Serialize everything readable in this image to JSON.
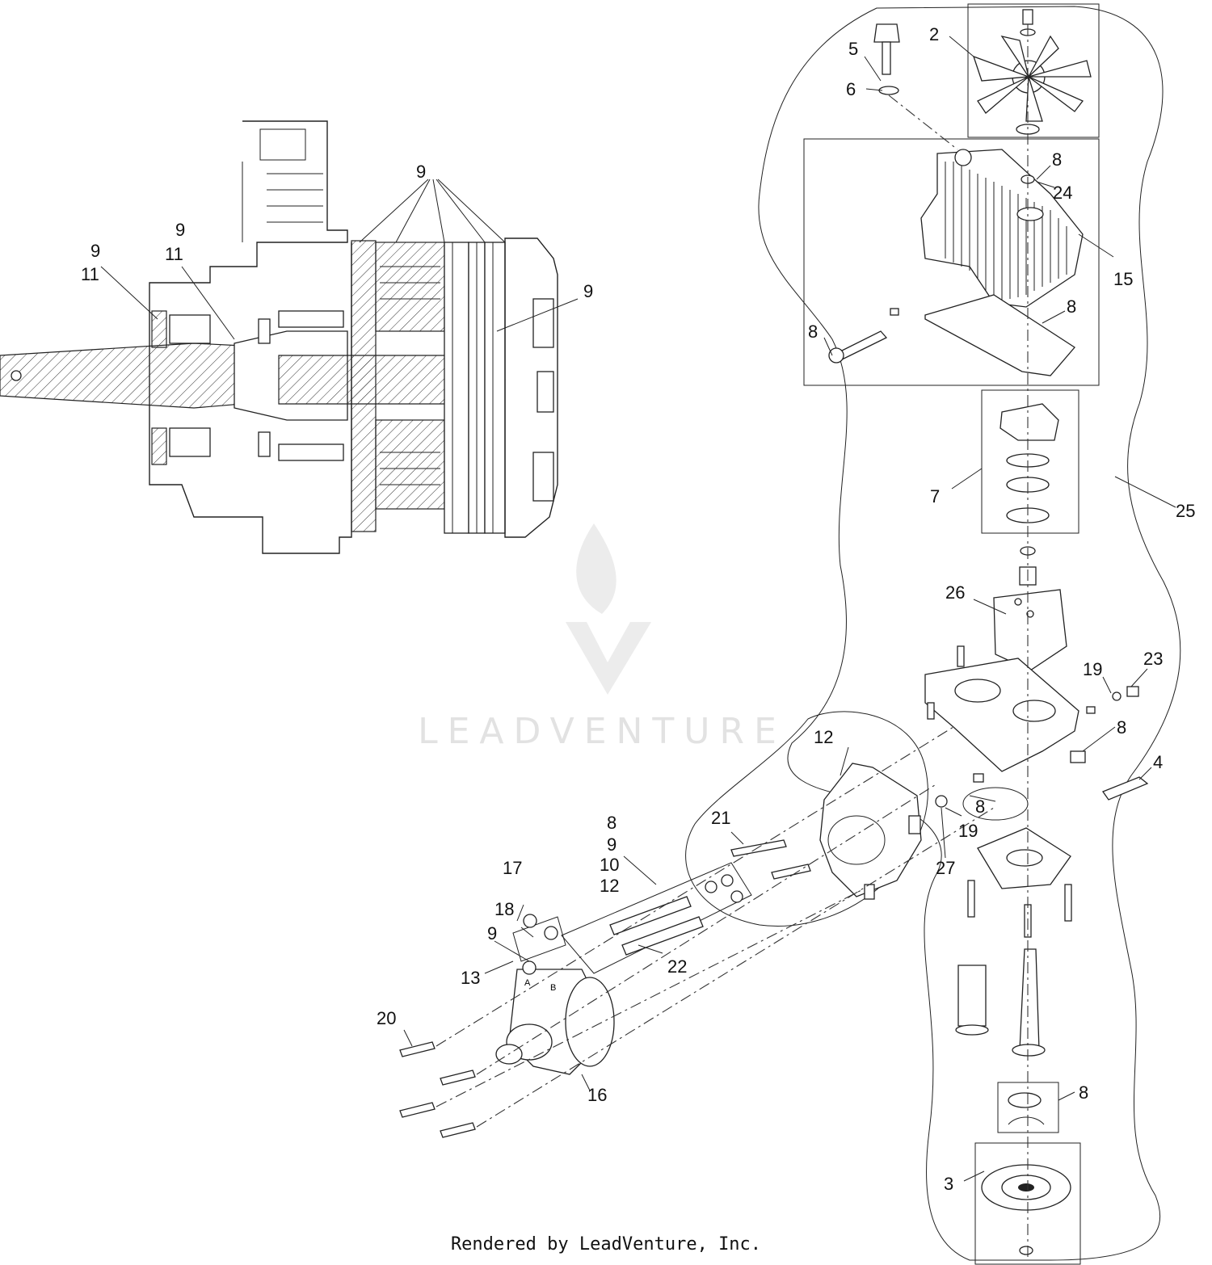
{
  "footer": "Rendered by LeadVenture, Inc.",
  "watermark": "LEADVENTURE",
  "section_callouts": [
    {
      "id": "s9a",
      "text": "9"
    },
    {
      "id": "s11a",
      "text": "11"
    },
    {
      "id": "s9b",
      "text": "9"
    },
    {
      "id": "s11b",
      "text": "11"
    },
    {
      "id": "s9c",
      "text": "9"
    },
    {
      "id": "s9d",
      "text": "9"
    }
  ],
  "callouts": [
    {
      "id": "c2",
      "text": "2"
    },
    {
      "id": "c5",
      "text": "5"
    },
    {
      "id": "c6",
      "text": "6"
    },
    {
      "id": "c8a",
      "text": "8"
    },
    {
      "id": "c24",
      "text": "24"
    },
    {
      "id": "c15",
      "text": "15"
    },
    {
      "id": "c8b",
      "text": "8"
    },
    {
      "id": "c8c",
      "text": "8"
    },
    {
      "id": "c7",
      "text": "7"
    },
    {
      "id": "c25",
      "text": "25"
    },
    {
      "id": "c26",
      "text": "26"
    },
    {
      "id": "c19a",
      "text": "19"
    },
    {
      "id": "c23",
      "text": "23"
    },
    {
      "id": "c8d",
      "text": "8"
    },
    {
      "id": "c4",
      "text": "4"
    },
    {
      "id": "c12a",
      "text": "12"
    },
    {
      "id": "c8e",
      "text": "8"
    },
    {
      "id": "c19b",
      "text": "19"
    },
    {
      "id": "c21",
      "text": "21"
    },
    {
      "id": "c27",
      "text": "27"
    },
    {
      "id": "c8f",
      "text": "8"
    },
    {
      "id": "c9g",
      "text": "9"
    },
    {
      "id": "c10",
      "text": "10"
    },
    {
      "id": "c12b",
      "text": "12"
    },
    {
      "id": "c17",
      "text": "17"
    },
    {
      "id": "c18",
      "text": "18"
    },
    {
      "id": "c9h",
      "text": "9"
    },
    {
      "id": "c13",
      "text": "13"
    },
    {
      "id": "c22",
      "text": "22"
    },
    {
      "id": "c20",
      "text": "20"
    },
    {
      "id": "c16",
      "text": "16"
    },
    {
      "id": "c8g",
      "text": "8"
    },
    {
      "id": "c3",
      "text": "3"
    }
  ],
  "port_labels": {
    "a": "A",
    "b": "B"
  }
}
